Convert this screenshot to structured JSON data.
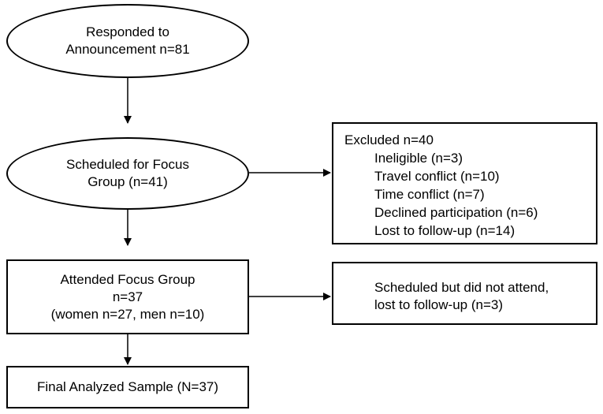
{
  "nodes": {
    "responded": {
      "lines": [
        "Responded to",
        "Announcement n=81"
      ]
    },
    "scheduled": {
      "lines": [
        "Scheduled for Focus",
        "Group (n=41)"
      ]
    },
    "excluded": {
      "title": "Excluded n=40",
      "items": [
        "Ineligible (n=3)",
        "Travel conflict (n=10)",
        "Time conflict (n=7)",
        "Declined participation (n=6)",
        "Lost to follow-up (n=14)"
      ]
    },
    "attended": {
      "lines": [
        "Attended Focus Group",
        "n=37",
        "(women n=27, men n=10)"
      ]
    },
    "noshow": {
      "lines": [
        "Scheduled but did not attend,",
        "lost to follow-up (n=3)"
      ]
    },
    "final": {
      "lines": [
        "Final Analyzed Sample (N=37)"
      ]
    }
  },
  "colors": {
    "stroke": "#000000",
    "fill": "#ffffff",
    "text": "#000000"
  }
}
